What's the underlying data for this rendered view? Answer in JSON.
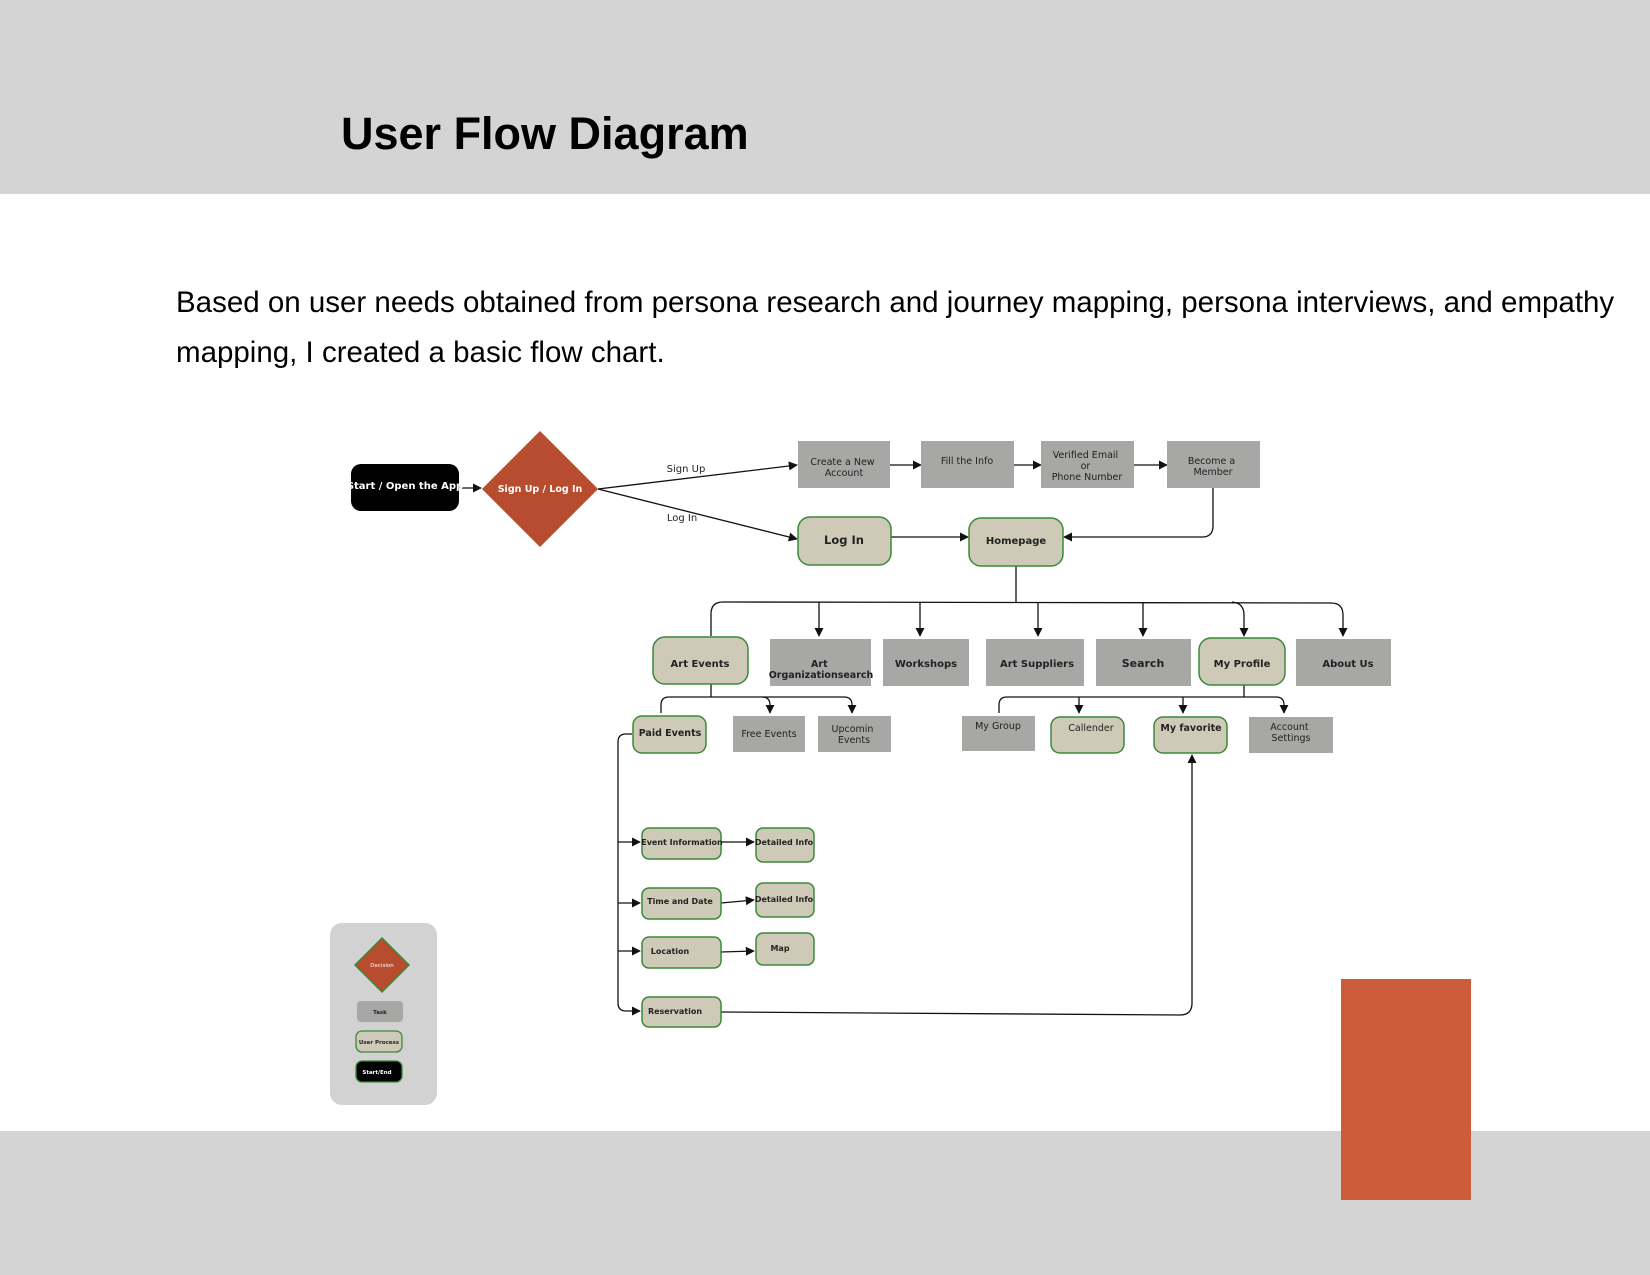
{
  "page": {
    "title": "User Flow Diagram",
    "intro": "Based on user needs obtained from persona research and journey mapping, persona interviews, and empathy mapping, I created a basic flow chart."
  },
  "colors": {
    "band": "#d4d4d4",
    "task": "#a7a7a6",
    "user_process_fill": "#cfcab7",
    "user_process_border": "#3a8a3a",
    "decision": "#b84c2e",
    "start_end": "#000000",
    "accent": "#cc5c3c",
    "legend_panel": "#d2d2d2"
  },
  "flow": {
    "start": "Start / Open the App",
    "decision": "Sign Up / Log In",
    "edge_signup": "Sign Up",
    "edge_login": "Log In",
    "create_account": [
      "Create a New",
      "Account"
    ],
    "fill_info": "Fill the Info",
    "verified": [
      "Verified Email",
      "or",
      "Phone Number"
    ],
    "become_member": [
      "Become a",
      "Member"
    ],
    "log_in": "Log In",
    "homepage": "Homepage",
    "art_events": "Art Events",
    "art_org": [
      "Art",
      "Organizationsearch"
    ],
    "workshops": "Workshops",
    "art_suppliers": "Art Suppliers",
    "search": "Search",
    "my_profile": "My Profile",
    "about_us": "About Us",
    "paid_events": "Paid Events",
    "free_events": "Free Events",
    "upcoming_events": [
      "Upcomin",
      "Events"
    ],
    "my_group": "My Group",
    "calendar": "Callender",
    "my_favorite": "My favorite",
    "account_settings": [
      "Account",
      "Settings"
    ],
    "event_information": "Event Information",
    "detailed_info_1": "Detailed Info",
    "time_and_date": "Time and Date",
    "detailed_info_2": "Detailed Info",
    "location": "Location",
    "map": "Map",
    "reservation": "Reservation"
  },
  "legend": {
    "decision": "Decision",
    "task": "Task",
    "user_process": "User Process",
    "start_end": "Start/End"
  }
}
